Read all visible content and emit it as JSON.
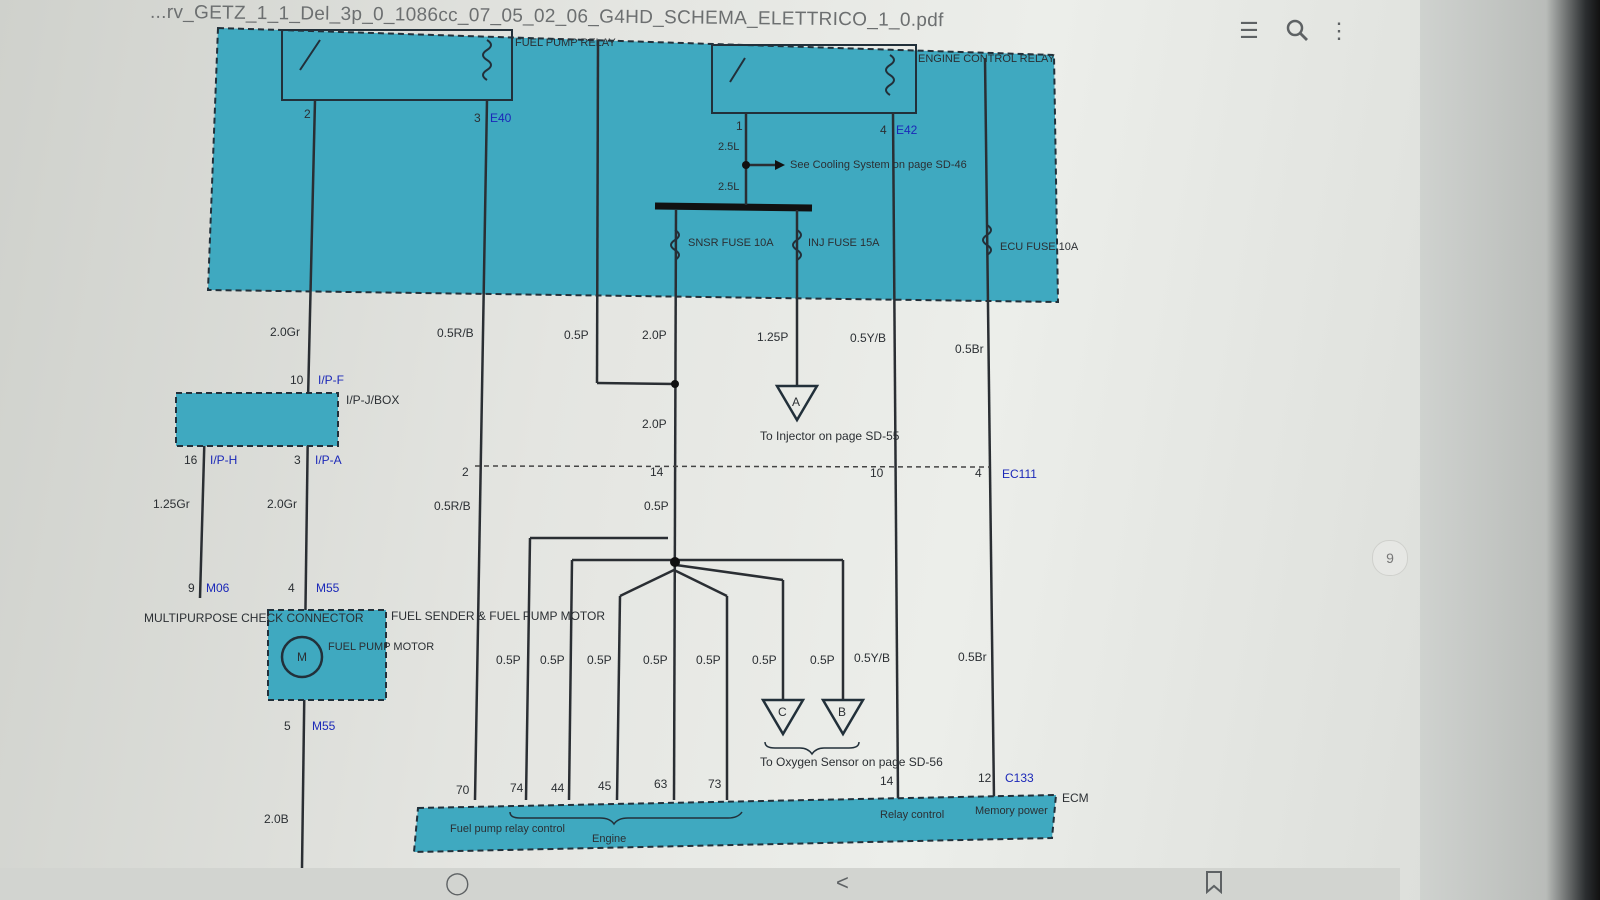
{
  "viewer": {
    "document_title": "...rv_GETZ_1_1_Del_3p_0_1086cc_07_05_02_06_G4HD_SCHEMA_ELETTRICO_1_0.pdf",
    "page_number": "9",
    "icons": [
      "toc-icon",
      "search-icon",
      "more-vert-icon",
      "share-icon",
      "bookmark-icon",
      "home-icon"
    ]
  },
  "schematic": {
    "relay_fuel_pump": "FUEL PUMP RELAY",
    "relay_engine_control": "ENGINE CONTROL RELAY",
    "pin_2_top": "2",
    "pin_3_top": "3",
    "pin_1_top": "1",
    "pin_4_top": "4",
    "conn_e40": "E40",
    "conn_e42": "E42",
    "wire_25l_a": "2.5L",
    "wire_25l_b": "2.5L",
    "see_cooling": "See Cooling System on page SD-46",
    "fuse_snsr": "SNSR FUSE 10A",
    "fuse_inj": "INJ FUSE 15A",
    "fuse_ecu": "ECU FUSE 10A",
    "w_20gr_a": "2.0Gr",
    "w_05rb_a": "0.5R/B",
    "w_05p_a": "0.5P",
    "w_20p_a": "2.0P",
    "w_125p": "1.25P",
    "w_05yb_a": "0.5Y/B",
    "w_05br_a": "0.5Br",
    "pin_10_ipf": "10",
    "conn_ipf": "I/P-F",
    "ipjbox": "I/P-J/BOX",
    "w_20p_b": "2.0P",
    "to_injector_tag": "A",
    "to_injector": "To Injector on page SD-55",
    "pin_16": "16",
    "conn_iph": "I/P-H",
    "pin_3_ipa": "3",
    "conn_ipa": "I/P-A",
    "pin_2_ec": "2",
    "pin_14_ec": "14",
    "pin_10_ec": "10",
    "pin_4_ec": "4",
    "conn_ec111": "EC111",
    "w_125gr": "1.25Gr",
    "w_20gr_b": "2.0Gr",
    "w_05rb_b": "0.5R/B",
    "w_05p_b": "0.5P",
    "pin_9": "9",
    "conn_m06": "M06",
    "pin_4_m55": "4",
    "conn_m55_a": "M55",
    "mpc_connector": "MULTIPURPOSE CHECK CONNECTOR",
    "fuel_sender": "FUEL SENDER & FUEL PUMP MOTOR",
    "fuel_pump_motor": "FUEL PUMP MOTOR",
    "motor_symbol": "M",
    "wire_row": [
      "0.5P",
      "0.5P",
      "0.5P",
      "0.5P",
      "0.5P",
      "0.5P",
      "0.5P",
      "0.5Y/B",
      "0.5Br"
    ],
    "tag_c": "C",
    "tag_b": "B",
    "to_oxygen": "To Oxygen Sensor on page SD-56",
    "pin_5": "5",
    "conn_m55_b": "M55",
    "w_20b": "2.0B",
    "ecm_pins": [
      "70",
      "74",
      "44",
      "45",
      "63",
      "73",
      "14",
      "12"
    ],
    "conn_c133": "C133",
    "ecm": "ECM",
    "ecm_fuel_pump": "Fuel pump relay control",
    "ecm_engine": "Engine",
    "ecm_relay": "Relay control",
    "ecm_memory": "Memory power"
  },
  "colors": {
    "panel_fill": "#3fa9c0",
    "wire": "#2a2e33",
    "connector_blue": "#1b28b8"
  }
}
